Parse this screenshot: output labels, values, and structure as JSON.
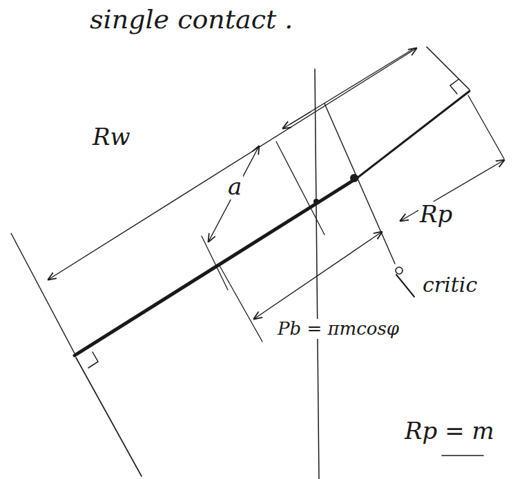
{
  "diagram": {
    "title": "single contact .",
    "labels": [
      "Rw",
      "a",
      "Rp",
      "Pb = πmcosφ",
      "critic",
      "Rp = m"
    ]
  }
}
